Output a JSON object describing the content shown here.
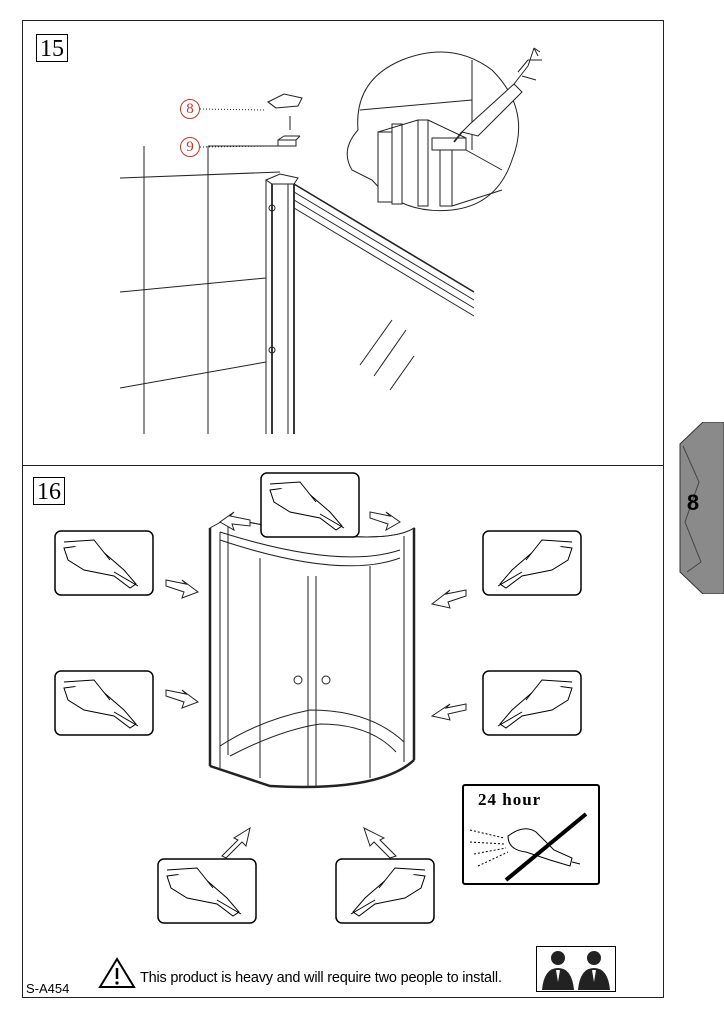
{
  "steps": {
    "step15": "15",
    "step16": "16"
  },
  "callouts": {
    "part8": "8",
    "part9": "9"
  },
  "section_tab": "8",
  "no_shower_box": {
    "label": "24 hour",
    "icon": "no-shower-icon"
  },
  "footer": {
    "doc_code": "S-A454",
    "warning": "This product is heavy and will require two people to install.",
    "warning_icon": "warning-triangle-icon",
    "people_icon": "two-people-icon"
  }
}
